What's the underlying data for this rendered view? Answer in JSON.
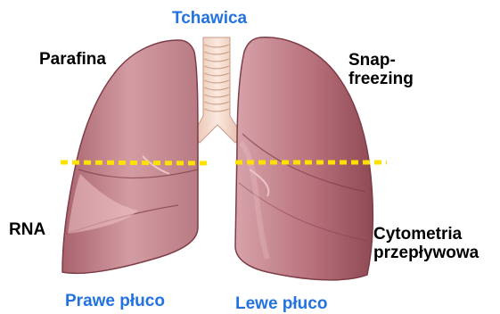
{
  "colors": {
    "lung_fill": "#c98a93",
    "lung_light": "#e4b8bd",
    "lung_dark": "#8f4a55",
    "trachea": "#f3d7c7",
    "cut_line": "#ffe100",
    "blue_label": "#2273e0",
    "black_label": "#000000"
  },
  "labels": {
    "trachea": "Tchawica",
    "top_left": "Parafina",
    "top_right": "Snap-\nfreezing",
    "bottom_left": "RNA",
    "bottom_right": "Cytometria\nprzepływowa",
    "right_lung": "Prawe płuco",
    "left_lung": "Lewe płuco"
  },
  "icons": {
    "right_lung": "right-lung-illustration",
    "left_lung": "left-lung-illustration",
    "trachea": "trachea-illustration",
    "cut_line": "dashed-cut-line"
  }
}
